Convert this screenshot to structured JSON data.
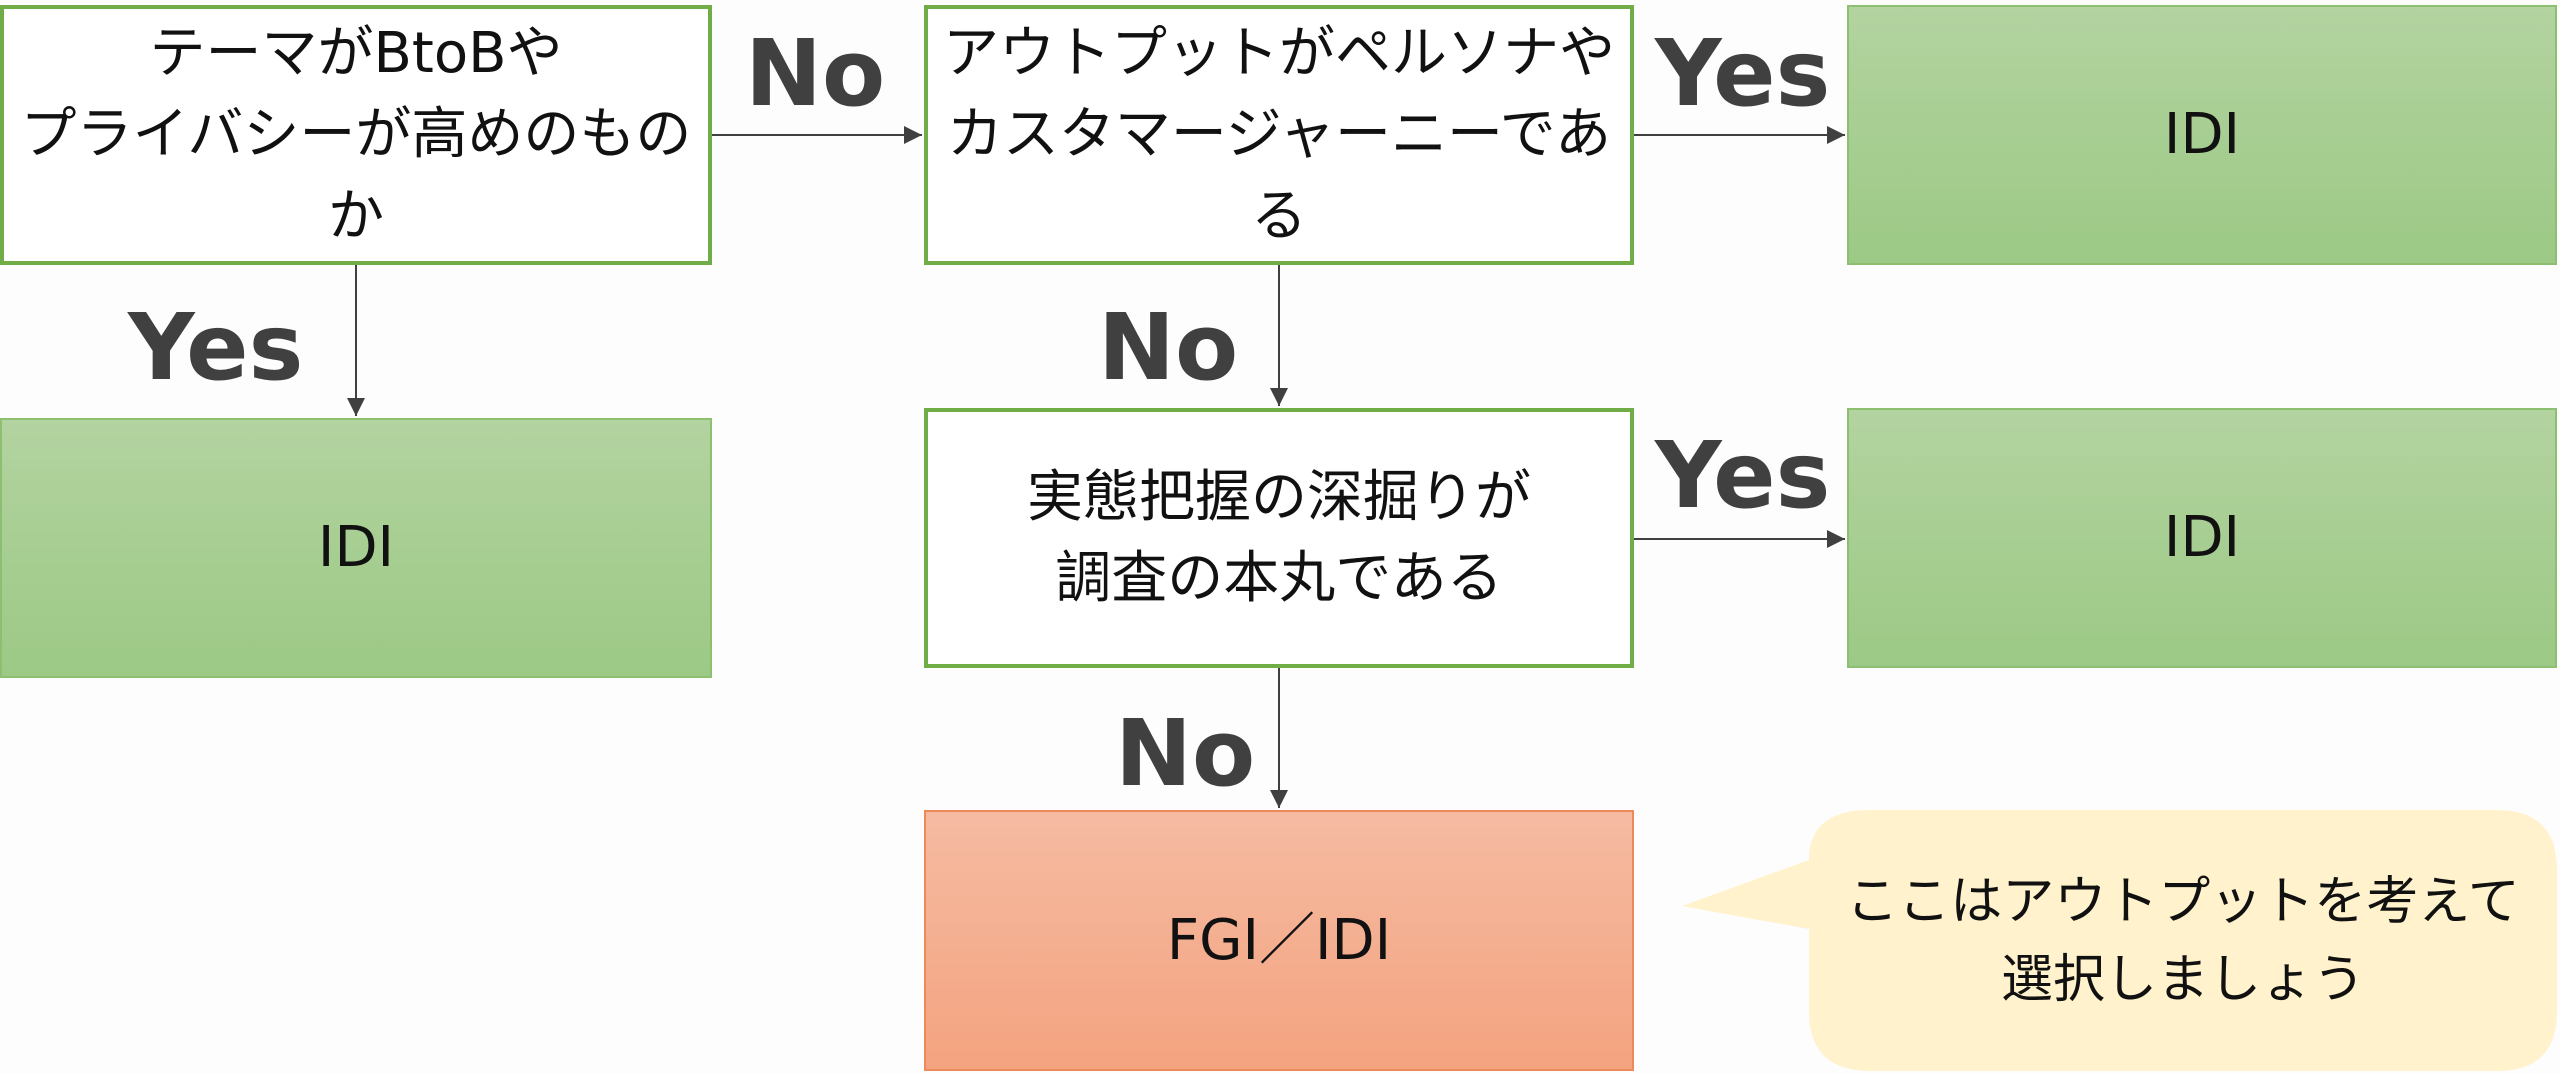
{
  "nodes": {
    "q1": "テーマがBtoBや\nプライバシーが高めのものか",
    "q2": "アウトプットがペルソナや\nカスタマージャーニーである",
    "q3": "実態把握の深掘りが\n調査の本丸である",
    "r1": "IDI",
    "r2": "IDI",
    "r3": "IDI",
    "r4": "FGI／IDI"
  },
  "edges": {
    "q1_no": "No",
    "q1_yes": "Yes",
    "q2_yes": "Yes",
    "q2_no": "No",
    "q3_yes": "Yes",
    "q3_no": "No"
  },
  "callout": "ここはアウトプットを考えて\n選択しましょう",
  "colors": {
    "question_border": "#70ad47",
    "result_green": "#a9cf94",
    "result_orange": "#f4ad8d",
    "callout": "#fff2cc",
    "arrow": "#404040"
  }
}
